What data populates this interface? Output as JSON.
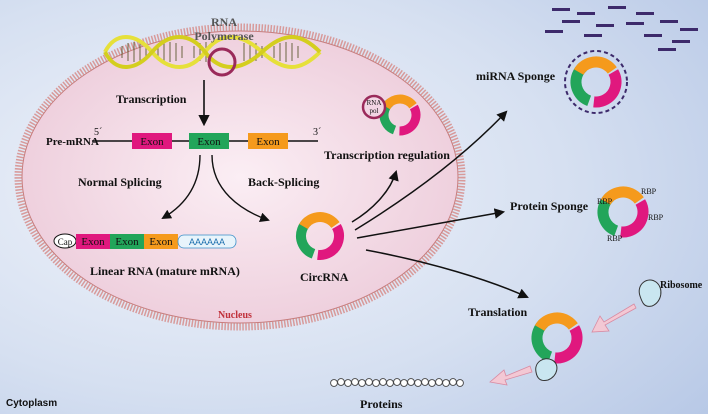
{
  "labels": {
    "rna_polymerase_line1": "RNA",
    "rna_polymerase_line2": "Polymerase",
    "transcription": "Transcription",
    "pre_mrna": "Pre-mRNA",
    "five_prime": "5´",
    "three_prime": "3´",
    "exon": "Exon",
    "normal_splicing": "Normal Splicing",
    "back_splicing": "Back-Splicing",
    "cap": "Cap",
    "poly_a": "AAAAAA",
    "linear_rna": "Linear RNA (mature mRNA)",
    "circrna": "CircRNA",
    "nucleus": "Nucleus",
    "cytoplasm": "Cytoplasm",
    "rna_pol_badge_line1": "RNA",
    "rna_pol_badge_line2": "pol",
    "transcription_regulation": "Transcription regulation",
    "mirna_sponge": "miRNA Sponge",
    "protein_sponge": "Protein Sponge",
    "rbp": "RBP",
    "ribosome": "Ribosome",
    "translation": "Translation",
    "proteins": "Proteins"
  },
  "colors": {
    "exon_magenta": "#e0187e",
    "exon_green": "#22a55a",
    "exon_orange": "#f59a1c",
    "nucleus_fill": "#f3dce7",
    "nucleus_border": "#d99a9a",
    "cytoplasm_bg": "#c8d6ee",
    "dna_yellow": "#e6e03a",
    "mirna_purple": "#3d2a6b",
    "ribosome_fill": "#c9e6f0",
    "arrow": "#111111"
  }
}
